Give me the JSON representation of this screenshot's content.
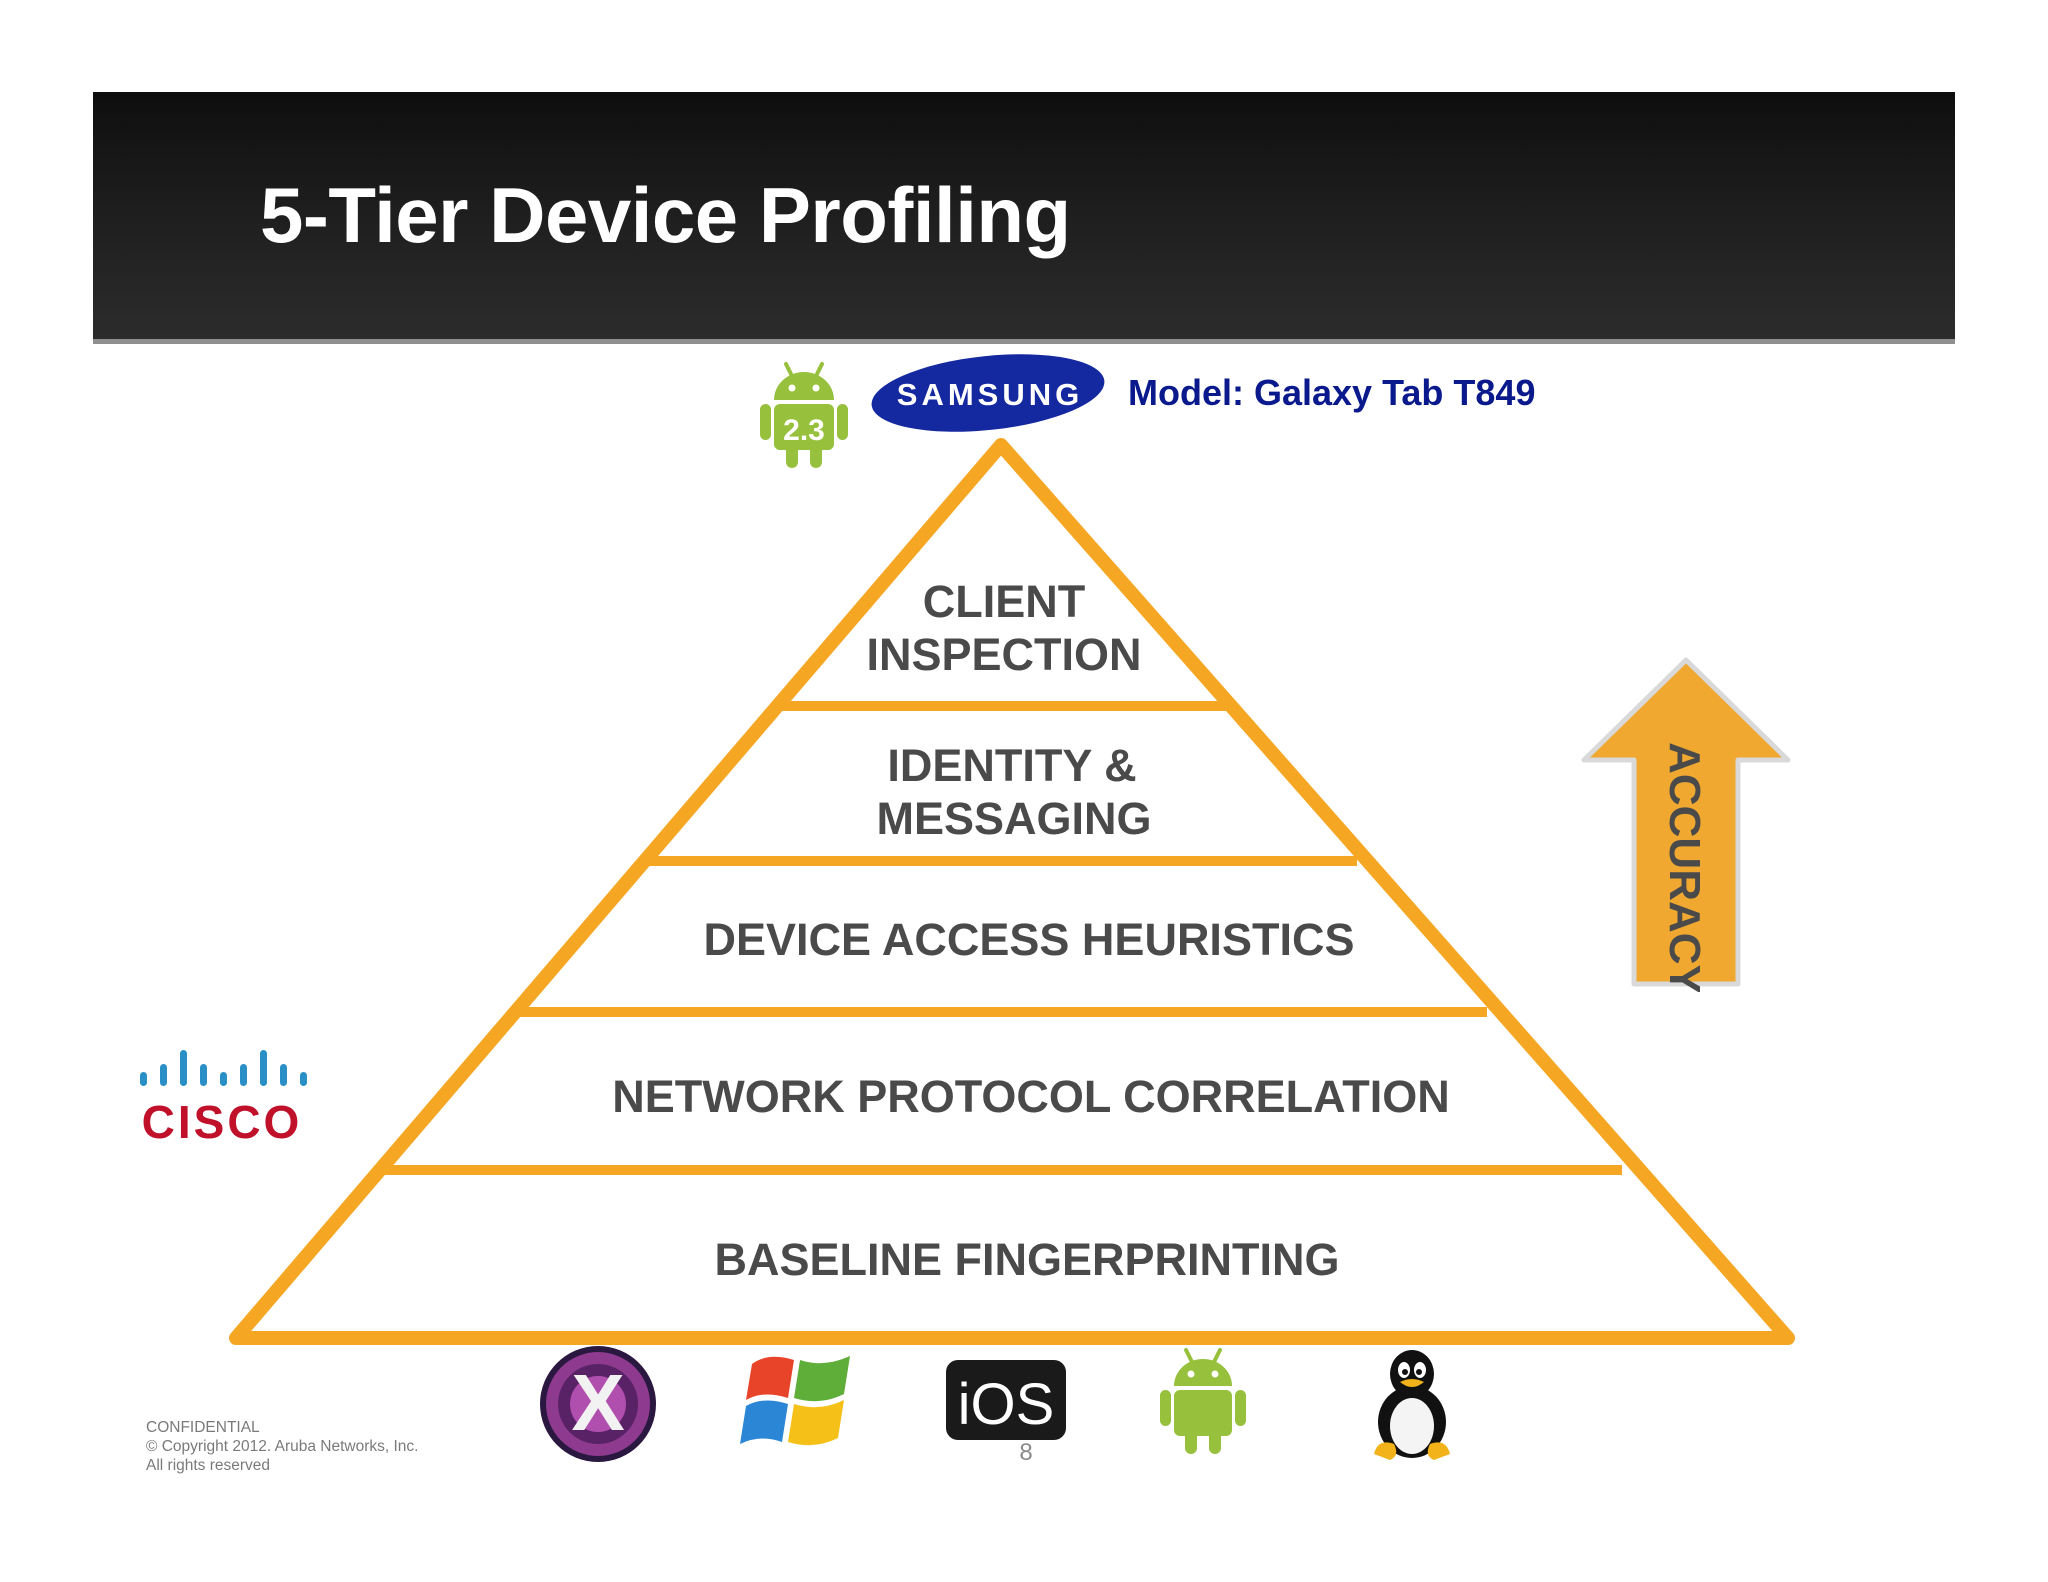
{
  "title": "5-Tier Device Profiling",
  "detected_device": {
    "android_version": "2.3",
    "brand": "SAMSUNG",
    "model": "Model: Galaxy Tab T849"
  },
  "pyramid": {
    "tiers": [
      {
        "lines": [
          "CLIENT",
          "INSPECTION"
        ]
      },
      {
        "lines": [
          "IDENTITY &",
          "MESSAGING"
        ]
      },
      {
        "lines": [
          "DEVICE ACCESS HEURISTICS"
        ]
      },
      {
        "lines": [
          "NETWORK PROTOCOL CORRELATION"
        ]
      },
      {
        "lines": [
          "BASELINE FINGERPRINTING"
        ]
      }
    ],
    "border_color": "#f5a623"
  },
  "accuracy_arrow": {
    "label": "ACCURACY",
    "color": "#f0a830"
  },
  "side_logo": {
    "text": "CISCO",
    "color": "#c0102a",
    "icon": "cisco-bars-logo"
  },
  "os_icons": [
    {
      "icon": "mac-os-x-icon",
      "text": "X"
    },
    {
      "icon": "windows-icon"
    },
    {
      "icon": "ios-icon",
      "text": "iOS"
    },
    {
      "icon": "android-icon"
    },
    {
      "icon": "linux-tux-icon"
    }
  ],
  "footer": {
    "line1": "CONFIDENTIAL",
    "line2": "© Copyright 2012. Aruba Networks, Inc.",
    "line3": "All rights reserved"
  },
  "page_number": "8",
  "colors": {
    "header_bg": "#111111",
    "tier_text": "#4a4a4a",
    "model_text": "#0a1a8c",
    "samsung_blue": "#1428a0",
    "android_green": "#97c03d"
  }
}
